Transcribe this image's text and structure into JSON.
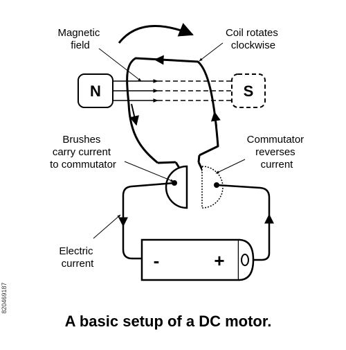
{
  "labels": {
    "magnetic_field": [
      "Magnetic",
      "field"
    ],
    "coil_rotates": [
      "Coil rotates",
      "clockwise"
    ],
    "brushes": [
      "Brushes",
      "carry current",
      "to commutator"
    ],
    "commutator": [
      "Commutator",
      "reverses",
      "current"
    ],
    "electric_current": [
      "Electric",
      "current"
    ]
  },
  "poles": {
    "north": "N",
    "south": "S"
  },
  "battery": {
    "negative": "-",
    "positive": "+"
  },
  "caption": "A basic setup of a DC motor.",
  "side_id": "820469187",
  "colors": {
    "line": "#000000",
    "background": "#ffffff"
  }
}
